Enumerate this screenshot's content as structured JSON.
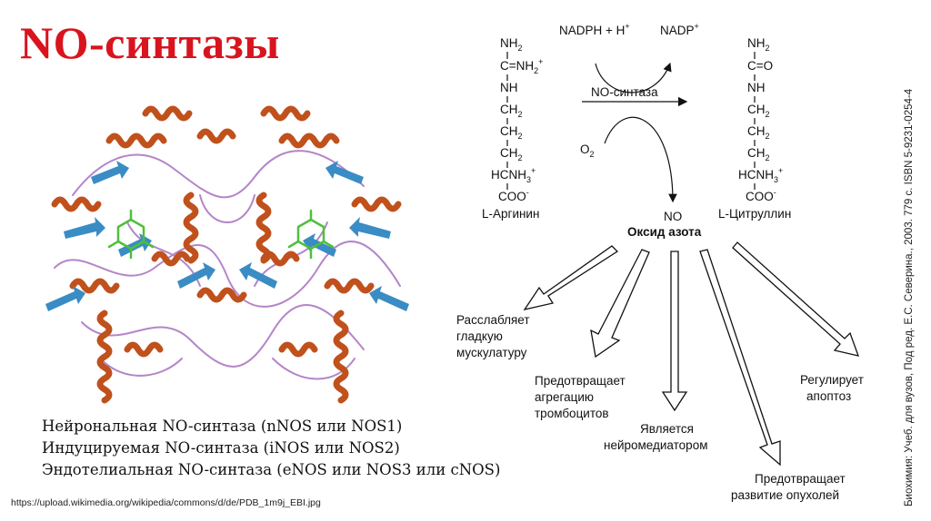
{
  "title": "NO-синтазы",
  "variants": [
    "Нейрональная NO-синтаза (nNOS или NOS1)",
    "Индуцируемая NO-синтаза (iNOS или NOS2)",
    "Эндотелиальная NO-синтаза (eNOS или NOS3 или cNOS)"
  ],
  "source_url": "https://upload.wikimedia.org/wikipedia/commons/d/de/PDB_1m9j_EBI.jpg",
  "citation": "Биохимия: Учеб. для вузов, Под ред. Е.С. Северина., 2003. 779 с. ISBN 5-9231-0254-4",
  "reaction": {
    "cofactor_in": "NADPH + H",
    "cofactor_in_sup": "+",
    "cofactor_out": "NADP",
    "cofactor_out_sup": "+",
    "enzyme": "NO-синтаза",
    "oxygen": "O",
    "oxygen_sub": "2",
    "no": "NO",
    "product_name": "Оксид азота"
  },
  "arginine": {
    "name": "L-Аргинин",
    "lines": [
      "NH",
      "C=NH",
      "NH",
      "CH",
      "CH",
      "CH",
      "HCNH",
      "COO"
    ],
    "subs": [
      "2",
      "2",
      "",
      "2",
      "2",
      "2",
      "3",
      ""
    ],
    "sups": [
      "",
      "+",
      "",
      "",
      "",
      "",
      "+",
      "-"
    ]
  },
  "citrulline": {
    "name": "L-Цитруллин",
    "lines": [
      "NH",
      "C=O",
      "NH",
      "CH",
      "CH",
      "CH",
      "HCNH",
      "COO"
    ],
    "subs": [
      "2",
      "",
      "",
      "2",
      "2",
      "2",
      "3",
      ""
    ],
    "sups": [
      "",
      "",
      "",
      "",
      "",
      "",
      "+",
      "-"
    ]
  },
  "effects": {
    "relax": [
      "Расслабляет",
      "гладкую",
      "мускулатуру"
    ],
    "platelets": [
      "Предотвращает",
      "агрегацию",
      "тромбоцитов"
    ],
    "neuro": [
      "Является",
      "нейромедиатором"
    ],
    "tumor": [
      "Предотвращает",
      "развитие опухолей"
    ],
    "apoptosis": [
      "Регулирует",
      "апоптоз"
    ]
  },
  "colors": {
    "title": "#d8141e",
    "helix": "#c0511c",
    "sheet": "#3a8cc4",
    "loop": "#b485c8",
    "ligand": "#4fbf3a"
  }
}
